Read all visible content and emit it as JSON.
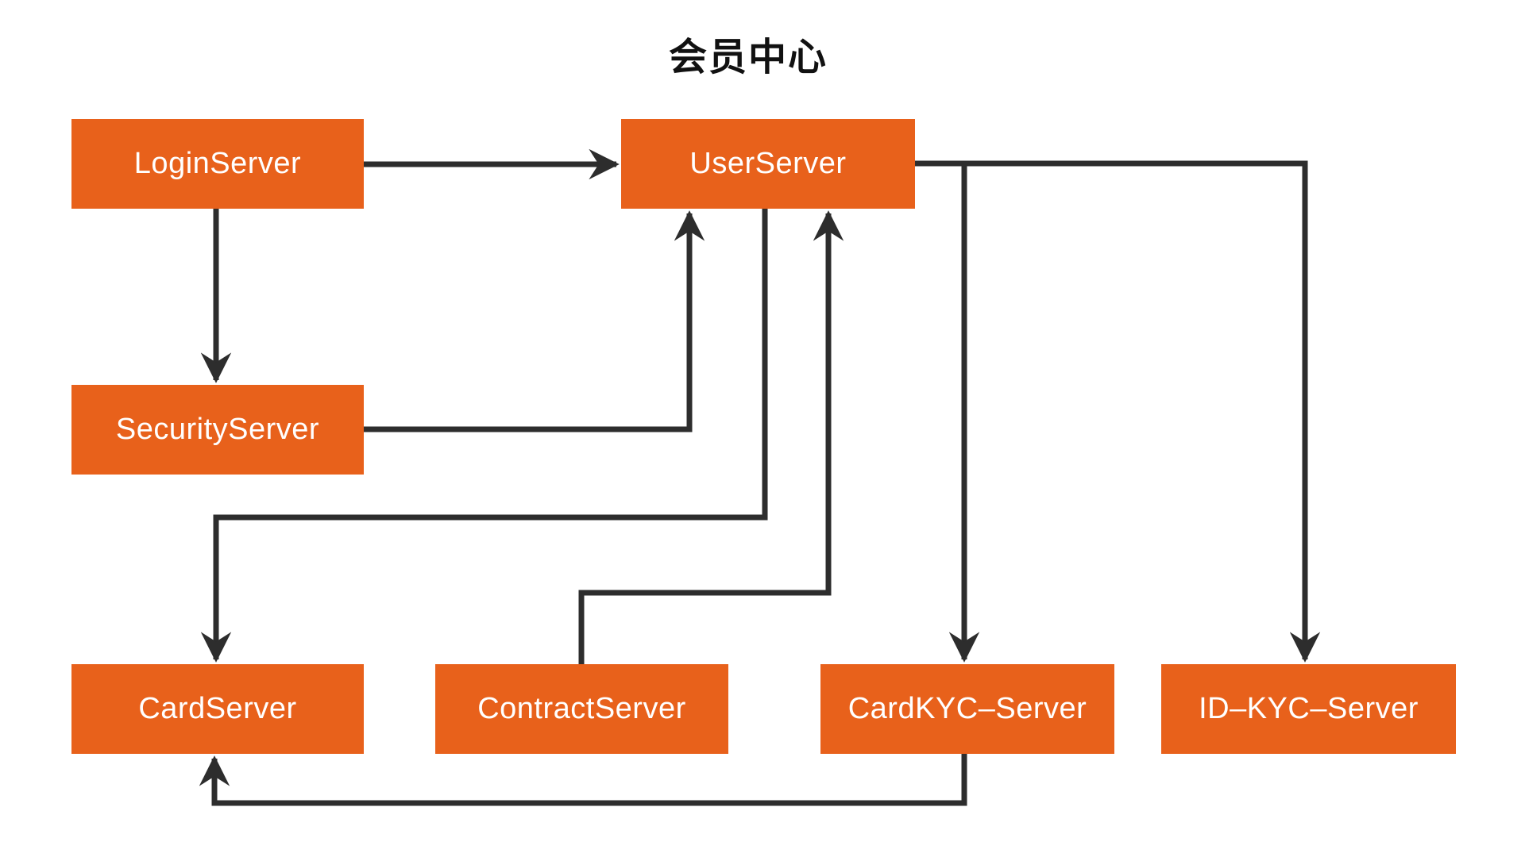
{
  "diagram": {
    "title": "会员中心",
    "nodes": [
      {
        "id": "login",
        "label": "LoginServer"
      },
      {
        "id": "user",
        "label": "UserServer"
      },
      {
        "id": "security",
        "label": "SecurityServer"
      },
      {
        "id": "card",
        "label": "CardServer"
      },
      {
        "id": "contract",
        "label": "ContractServer"
      },
      {
        "id": "cardkyc",
        "label": "CardKYC–Server"
      },
      {
        "id": "idkyc",
        "label": "ID–KYC–Server"
      }
    ],
    "edges": [
      {
        "from": "LoginServer",
        "to": "UserServer"
      },
      {
        "from": "LoginServer",
        "to": "SecurityServer"
      },
      {
        "from": "SecurityServer",
        "to": "UserServer"
      },
      {
        "from": "UserServer",
        "to": "CardServer"
      },
      {
        "from": "ContractServer",
        "to": "UserServer"
      },
      {
        "from": "UserServer",
        "to": "CardKYC–Server"
      },
      {
        "from": "UserServer",
        "to": "ID–KYC–Server"
      },
      {
        "from": "CardKYC–Server",
        "to": "CardServer"
      }
    ],
    "colors": {
      "node_fill": "#E8611B",
      "node_text": "#FFFFFF",
      "edge": "#2D2D2D",
      "title_text": "#111111",
      "background": "#FFFFFF"
    }
  }
}
